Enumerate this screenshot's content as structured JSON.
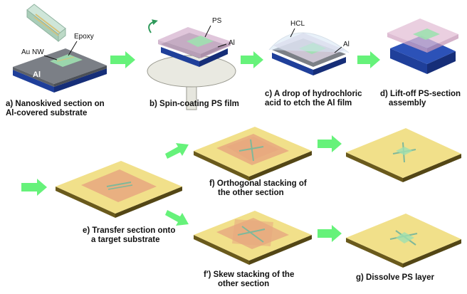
{
  "captions": {
    "a": [
      "a) Nanoskived section on",
      "Al-covered substrate"
    ],
    "b": [
      "b) Spin-coating PS film"
    ],
    "c": [
      "c) A drop of hydrochloric",
      "acid to etch the Al film"
    ],
    "d": [
      "d) Lift-off PS-section",
      "assembly"
    ],
    "e": [
      "e) Transfer section onto",
      "a target substrate"
    ],
    "f": [
      "f) Orthogonal stacking of",
      "the other section"
    ],
    "f2": [
      "f') Skew stacking of the",
      "other section"
    ],
    "g": [
      "g) Dissolve PS layer"
    ]
  },
  "labels": {
    "au_nw": "Au NW",
    "epoxy": "Epoxy",
    "al_a": "Al",
    "ps": "PS",
    "al_b": "Al",
    "hcl": "HCL",
    "al_c": "Al"
  },
  "colors": {
    "arrow": "#66f27a",
    "substrate_blue": "#1f3f9a",
    "al_grey": "#7b7f86",
    "target_yellow": "#f1e08a",
    "ps_film": "#d8b8d2",
    "orange_film": "#e7a77f",
    "section_green": "#9fe0b0"
  }
}
